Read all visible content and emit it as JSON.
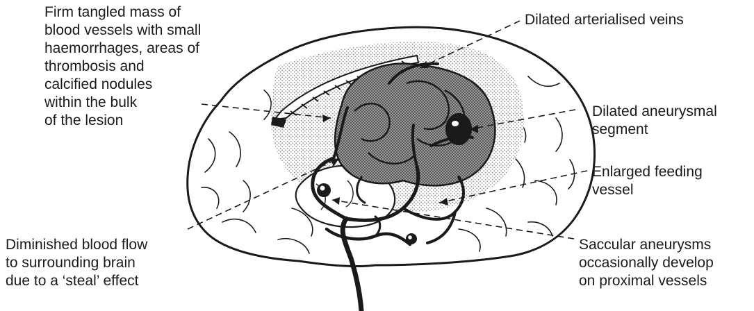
{
  "labels": {
    "firm_mass": [
      "Firm tangled mass of",
      "blood vessels with small",
      "haemorrhages, areas of",
      "thrombosis and",
      "calcified nodules",
      "within the bulk",
      "of the lesion"
    ],
    "arterialised_veins": [
      "Dilated arterialised veins"
    ],
    "aneurysmal_segment": [
      "Dilated aneurysmal",
      "segment"
    ],
    "feeding_vessel": [
      "Enlarged feeding",
      "vessel"
    ],
    "diminished_flow": [
      "Diminished blood flow",
      "to surrounding brain",
      "due to a ‘steal’ effect"
    ],
    "saccular_aneurysms": [
      "Saccular aneurysms",
      "occasionally develop",
      "on proximal vessels"
    ]
  },
  "colors": {
    "ink": "#1a1a1a",
    "stipple": "#c8c8c8",
    "background": "#ffffff"
  }
}
